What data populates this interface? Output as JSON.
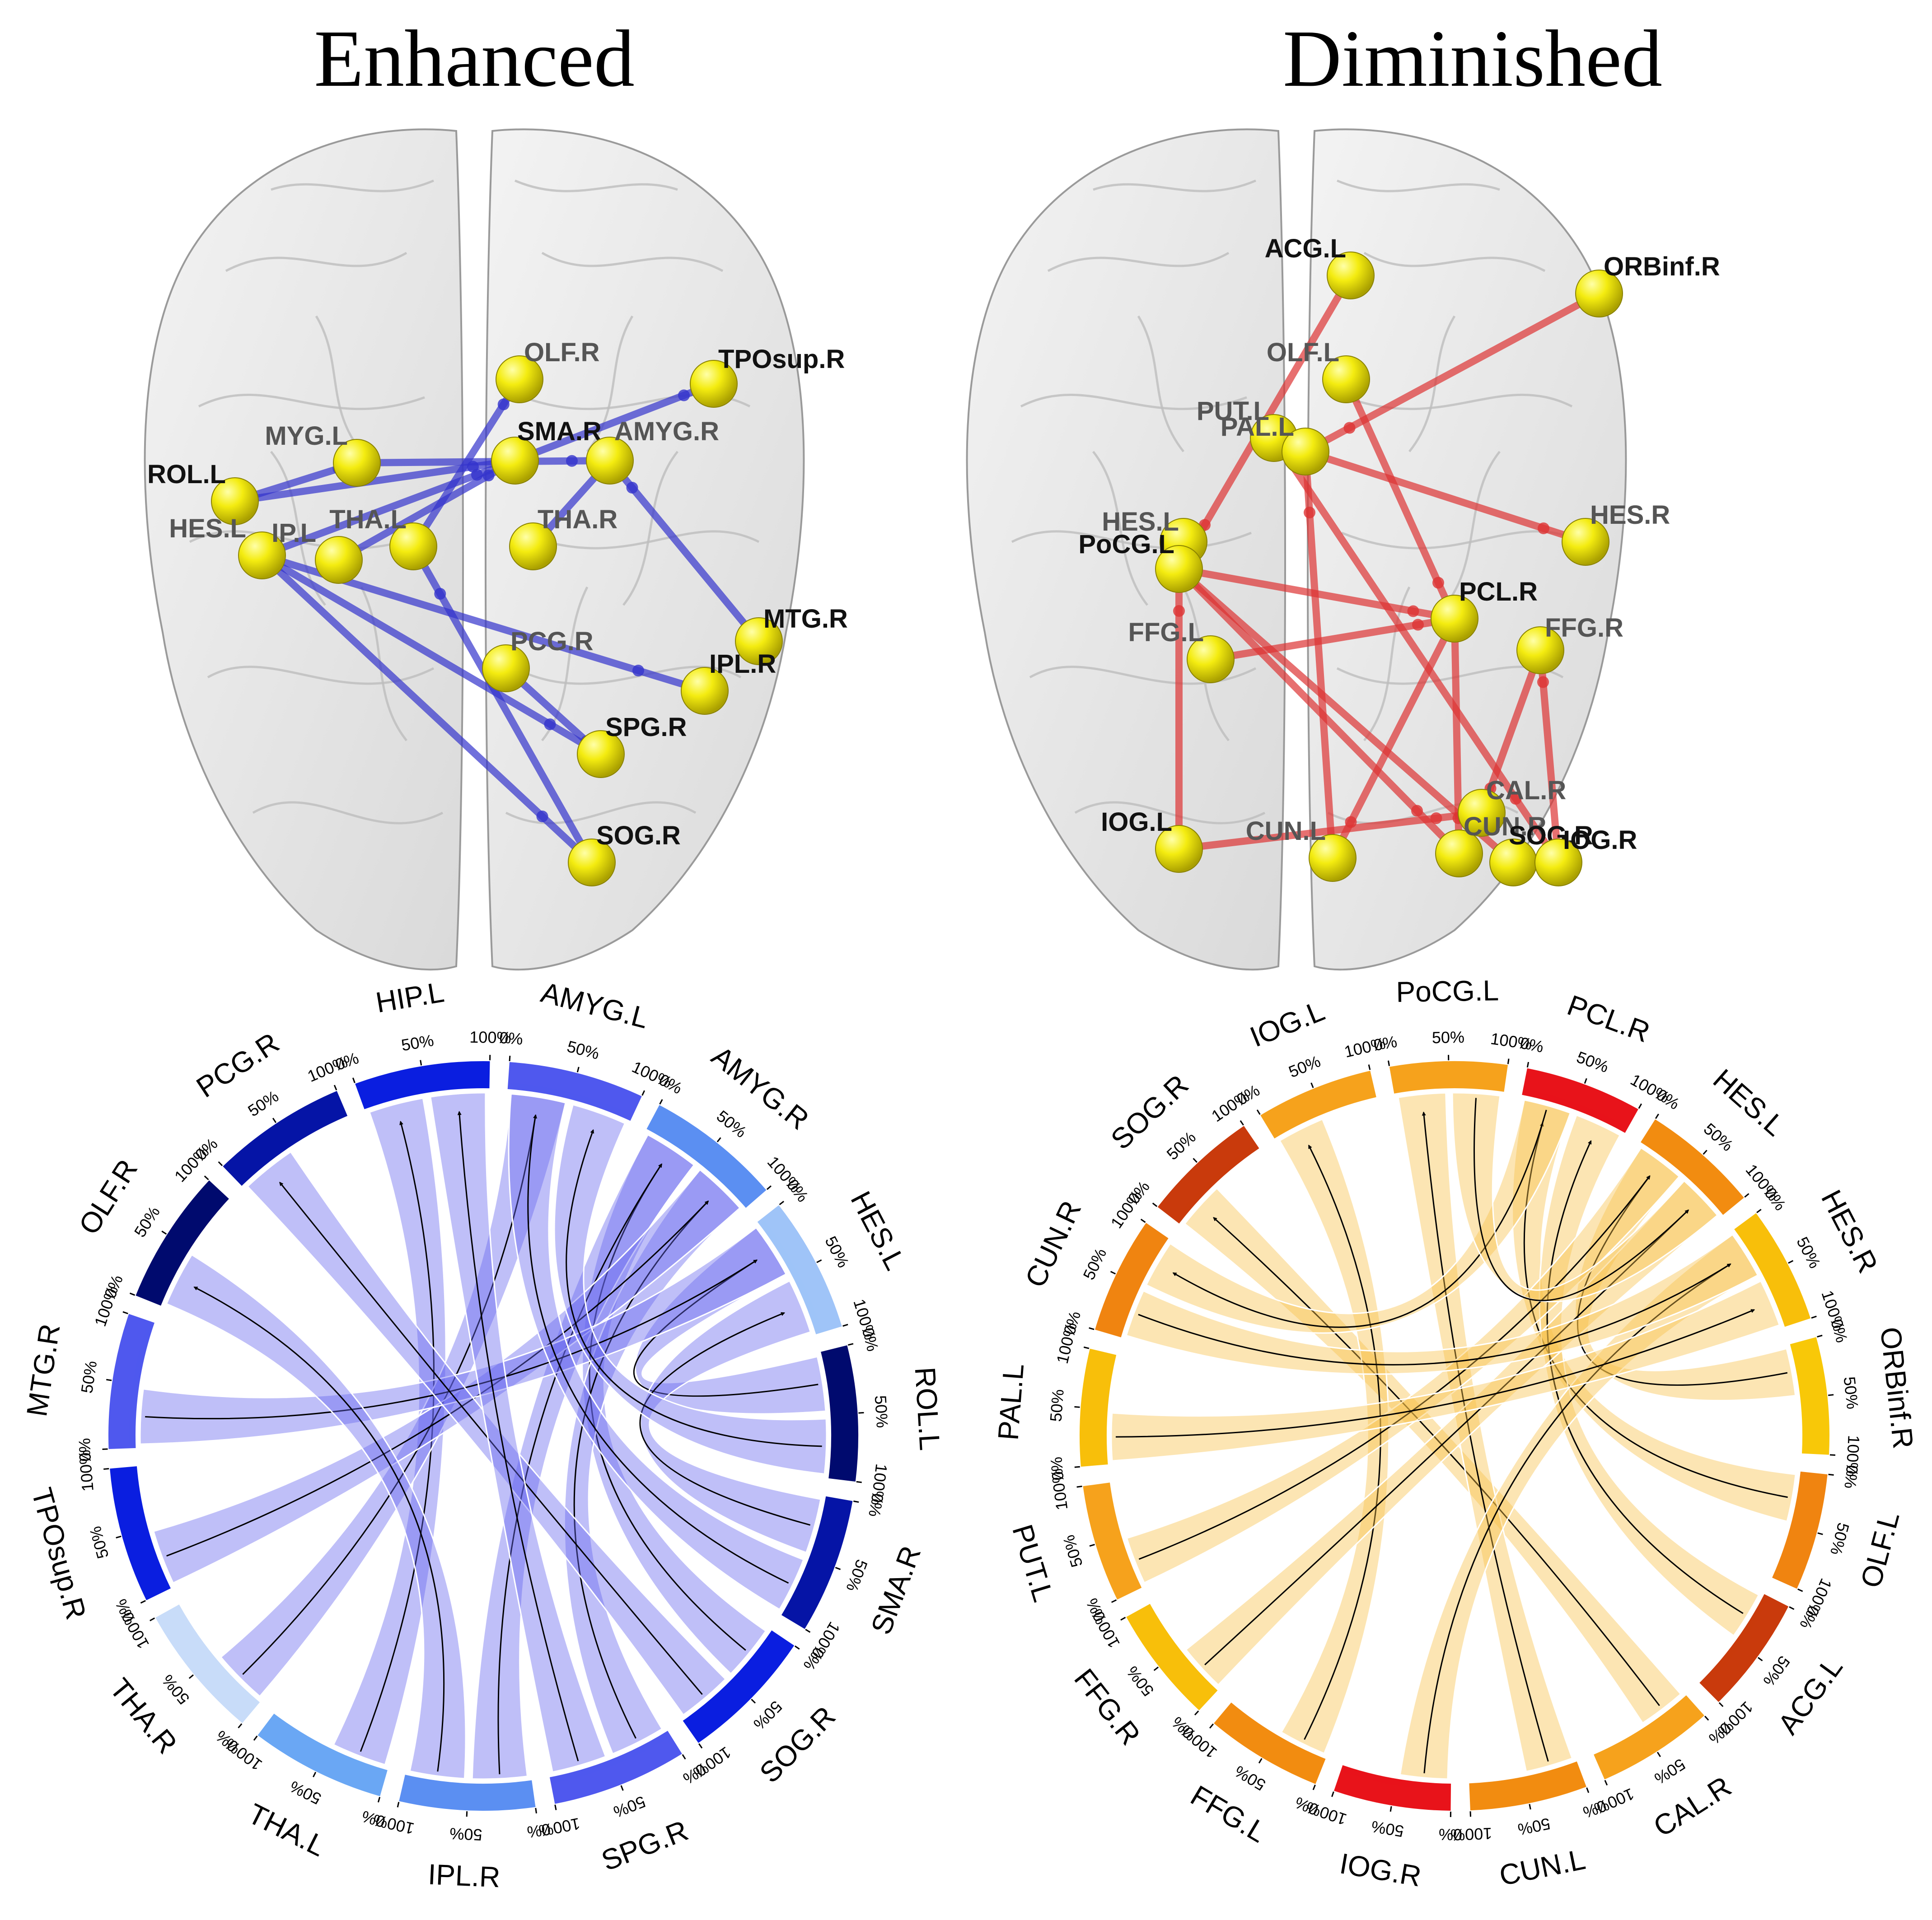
{
  "titles": {
    "enhanced": "Enhanced",
    "diminished": "Diminished"
  },
  "tick_labels": [
    "0%",
    "50%",
    "100%"
  ],
  "colors": {
    "enhanced_edge": "#3333cc",
    "diminished_edge": "#dd3333",
    "node": "#f2ea00",
    "enhanced_ribbon": "#6666ee",
    "diminished_ribbon": "#f7c04a"
  },
  "brain_enhanced": {
    "labels": [
      {
        "id": "olf",
        "text": "OLF.R",
        "tone": "dim"
      },
      {
        "id": "tposup",
        "text": "TPOsup.R",
        "tone": "dark"
      },
      {
        "id": "amyg-l",
        "text": "MYG.L",
        "tone": "dim"
      },
      {
        "id": "sma",
        "text": "SMA.R",
        "tone": "dark"
      },
      {
        "id": "amyg-r",
        "text": "AMYG.R",
        "tone": "dim"
      },
      {
        "id": "rol",
        "text": "ROL.L",
        "tone": "dark"
      },
      {
        "id": "hes",
        "text": "HES.L",
        "tone": "dim"
      },
      {
        "id": "hip",
        "text": "IP.L",
        "tone": "dim"
      },
      {
        "id": "tha-l",
        "text": "THA.L",
        "tone": "dim"
      },
      {
        "id": "tha-r",
        "text": "THA.R",
        "tone": "dim"
      },
      {
        "id": "mtg",
        "text": "MTG.R",
        "tone": "dark"
      },
      {
        "id": "pcg",
        "text": "PCG.R",
        "tone": "dim"
      },
      {
        "id": "ipl",
        "text": "IPL.R",
        "tone": "dark"
      },
      {
        "id": "spg",
        "text": "SPG.R",
        "tone": "dark"
      },
      {
        "id": "sog",
        "text": "SOG.R",
        "tone": "dark"
      }
    ]
  },
  "brain_diminished": {
    "labels": [
      {
        "id": "acg",
        "text": "ACG.L",
        "tone": "dark"
      },
      {
        "id": "orbinf",
        "text": "ORBinf.R",
        "tone": "dark"
      },
      {
        "id": "olf",
        "text": "OLF.L",
        "tone": "dim"
      },
      {
        "id": "put",
        "text": "PUT.L",
        "tone": "dim"
      },
      {
        "id": "pal",
        "text": "PAL.L",
        "tone": "dim"
      },
      {
        "id": "hes-l",
        "text": "HES.L",
        "tone": "dim"
      },
      {
        "id": "pocg",
        "text": "PoCG.L",
        "tone": "dark"
      },
      {
        "id": "hes-r",
        "text": "HES.R",
        "tone": "dim"
      },
      {
        "id": "pcl",
        "text": "PCL.R",
        "tone": "dark"
      },
      {
        "id": "ffg-l",
        "text": "FFG.L",
        "tone": "dim"
      },
      {
        "id": "ffg-r",
        "text": "FFG.R",
        "tone": "dim"
      },
      {
        "id": "iog-l",
        "text": "IOG.L",
        "tone": "dark"
      },
      {
        "id": "cun-l",
        "text": "CUN.L",
        "tone": "dim"
      },
      {
        "id": "cal",
        "text": "CAL.R",
        "tone": "dim"
      },
      {
        "id": "cun-r",
        "text": "CUN.R",
        "tone": "dim"
      },
      {
        "id": "sog",
        "text": "SOG.R",
        "tone": "dark"
      },
      {
        "id": "iog-r",
        "text": "IOG.R",
        "tone": "dark"
      }
    ]
  },
  "chord_enhanced": {
    "sectors": [
      {
        "name": "HIP.L",
        "color": "#0a1ee0"
      },
      {
        "name": "AMYG.L",
        "color": "#4f58ee"
      },
      {
        "name": "AMYG.R",
        "color": "#5b8ff2"
      },
      {
        "name": "HES.L",
        "color": "#9fc4f8"
      },
      {
        "name": "ROL.L",
        "color": "#000a6e"
      },
      {
        "name": "SMA.R",
        "color": "#0514a6"
      },
      {
        "name": "SOG.R",
        "color": "#0a1ee0"
      },
      {
        "name": "SPG.R",
        "color": "#4f58ee"
      },
      {
        "name": "IPL.R",
        "color": "#5b8ff2"
      },
      {
        "name": "THA.L",
        "color": "#6aa7f4"
      },
      {
        "name": "THA.R",
        "color": "#c8dcf9"
      },
      {
        "name": "TPOsup.R",
        "color": "#0a1ee0"
      },
      {
        "name": "MTG.R",
        "color": "#4f58ee"
      },
      {
        "name": "OLF.R",
        "color": "#000a6e"
      },
      {
        "name": "PCG.R",
        "color": "#0514a6"
      }
    ],
    "links": [
      {
        "from": "ROL.L",
        "to": "HES.L"
      },
      {
        "from": "SMA.R",
        "to": "HES.L"
      },
      {
        "from": "SOG.R",
        "to": "AMYG.R"
      },
      {
        "from": "SPG.R",
        "to": "AMYG.R"
      },
      {
        "from": "IPL.R",
        "to": "AMYG.R"
      },
      {
        "from": "THA.L",
        "to": "HIP.L"
      },
      {
        "from": "THA.R",
        "to": "AMYG.L"
      },
      {
        "from": "TPOsup.R",
        "to": "AMYG.R"
      },
      {
        "from": "MTG.R",
        "to": "HES.L"
      },
      {
        "from": "SOG.R",
        "to": "PCG.R"
      },
      {
        "from": "SPG.R",
        "to": "HIP.L"
      },
      {
        "from": "IPL.R",
        "to": "OLF.R"
      },
      {
        "from": "ROL.L",
        "to": "AMYG.L"
      },
      {
        "from": "SMA.R",
        "to": "AMYG.L"
      }
    ]
  },
  "chord_diminished": {
    "sectors": [
      {
        "name": "PoCG.L",
        "color": "#f6a21c"
      },
      {
        "name": "PCL.R",
        "color": "#e8131a"
      },
      {
        "name": "HES.L",
        "color": "#f28c10"
      },
      {
        "name": "HES.R",
        "color": "#f8bf0a"
      },
      {
        "name": "ORBinf.R",
        "color": "#f8c808"
      },
      {
        "name": "OLF.L",
        "color": "#f08410"
      },
      {
        "name": "ACG.L",
        "color": "#c93a0c"
      },
      {
        "name": "CAL.R",
        "color": "#f6a21c"
      },
      {
        "name": "CUN.L",
        "color": "#f28c10"
      },
      {
        "name": "IOG.R",
        "color": "#e8131a"
      },
      {
        "name": "FFG.L",
        "color": "#f28c10"
      },
      {
        "name": "FFG.R",
        "color": "#f8bf0a"
      },
      {
        "name": "PUT.L",
        "color": "#f6a21c"
      },
      {
        "name": "PAL.L",
        "color": "#f8bf0a"
      },
      {
        "name": "CUN.R",
        "color": "#f08410"
      },
      {
        "name": "SOG.R",
        "color": "#c93a0c"
      },
      {
        "name": "IOG.L",
        "color": "#f6a21c"
      }
    ],
    "links": [
      {
        "from": "ORBinf.R",
        "to": "HES.L"
      },
      {
        "from": "OLF.L",
        "to": "PCL.R"
      },
      {
        "from": "ACG.L",
        "to": "PCL.R"
      },
      {
        "from": "CAL.R",
        "to": "SOG.R"
      },
      {
        "from": "CUN.L",
        "to": "PoCG.L"
      },
      {
        "from": "IOG.R",
        "to": "HES.R"
      },
      {
        "from": "FFG.L",
        "to": "IOG.L"
      },
      {
        "from": "FFG.R",
        "to": "HES.L"
      },
      {
        "from": "PUT.L",
        "to": "HES.L"
      },
      {
        "from": "PAL.L",
        "to": "HES.R"
      },
      {
        "from": "CUN.R",
        "to": "HES.R"
      },
      {
        "from": "PCL.R",
        "to": "CUN.R"
      },
      {
        "from": "PoCG.L",
        "to": "HES.L"
      }
    ]
  }
}
